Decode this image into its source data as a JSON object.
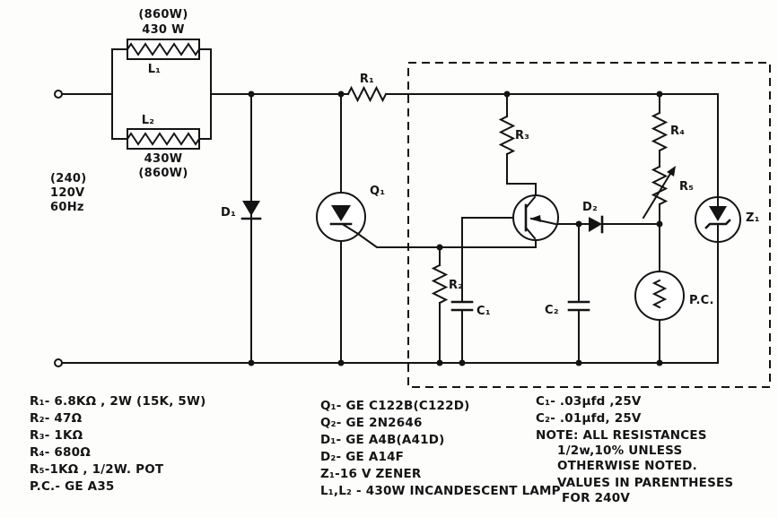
{
  "colors": {
    "ink": "#141414",
    "background": "#fdfdfc"
  },
  "schematic": {
    "supply": {
      "alt_voltage": "(240)",
      "voltage": "120V",
      "frequency": "60Hz"
    },
    "lamp_bank": {
      "top_paren": "(860W)",
      "top_rating": "430 W",
      "l1": "L₁",
      "l2": "L₂",
      "bottom_rating": "430W",
      "bottom_paren": "(860W)"
    },
    "labels": {
      "r1": "R₁",
      "d1": "D₁",
      "q1": "Q₁",
      "r2": "R₂",
      "c1": "C₁",
      "r3": "R₃",
      "c2": "C₂",
      "d2": "D₂",
      "r4": "R₄",
      "r5": "R₅",
      "z1": "Z₁",
      "pc": "P.C."
    }
  },
  "parts_list": {
    "column1": [
      "R₁- 6.8KΩ , 2W (15K, 5W)",
      "R₂- 47Ω",
      "R₃- 1KΩ",
      "R₄- 680Ω",
      "R₅-1KΩ , 1/2W. POT",
      "P.C.- GE A35"
    ],
    "column2": [
      "Q₁- GE C122B(C122D)",
      "Q₂- GE 2N2646",
      "D₁- GE A4B(A41D)",
      "D₂- GE A14F",
      "Z₁-16 V ZENER",
      "L₁,L₂ - 430W INCANDESCENT LAMP"
    ],
    "column3": [
      "C₁- .03µfd ,25V",
      "C₂- .01µfd, 25V",
      "NOTE: ALL RESISTANCES",
      "1/2w,10% UNLESS",
      "OTHERWISE NOTED.",
      "VALUES IN PARENTHESES",
      "FOR 240V"
    ]
  }
}
